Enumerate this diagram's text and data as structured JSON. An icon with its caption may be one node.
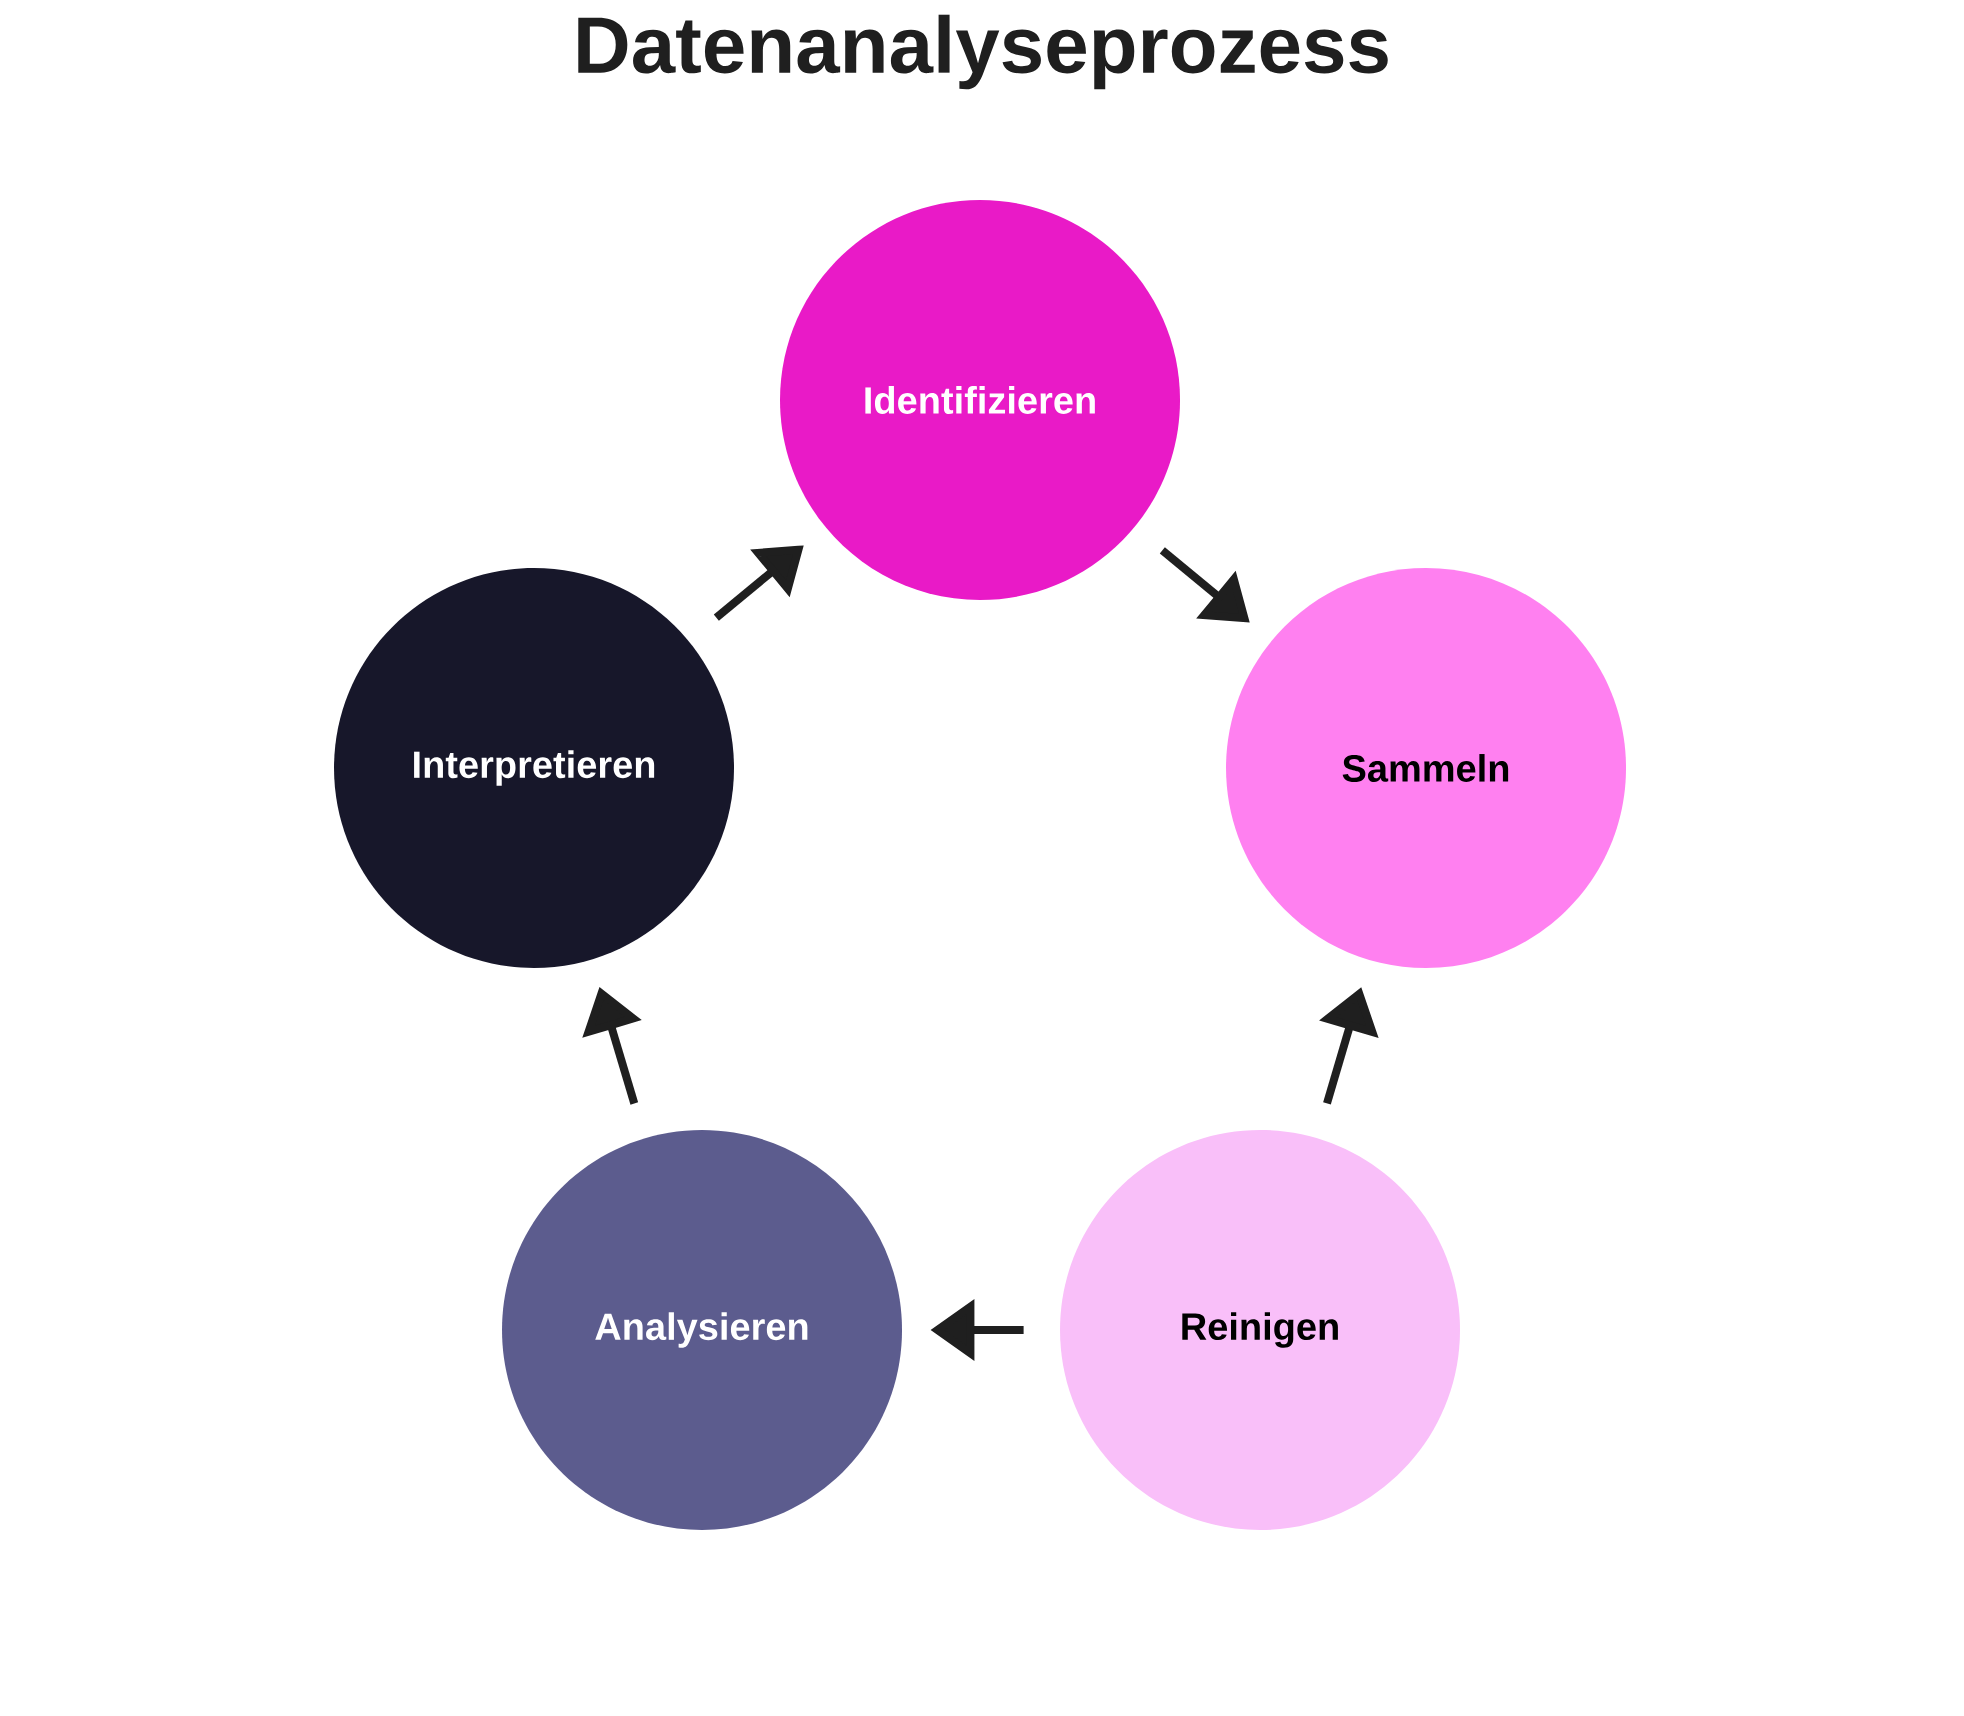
{
  "diagram": {
    "title": "Datenanalyseprozess",
    "nodes": [
      {
        "text": [
          "Identifizieren"
        ]
      },
      {
        "text": [
          "Sammeln"
        ]
      },
      {
        "text": [
          "Reinigen"
        ]
      },
      {
        "text": [
          "Analysieren"
        ]
      },
      {
        "text": [
          "Interpretieren"
        ]
      }
    ],
    "edges": [
      {
        "from": 0,
        "to": 1,
        "arrow": "to"
      },
      {
        "from": 2,
        "to": 1,
        "arrow": "to"
      },
      {
        "from": 2,
        "to": 3,
        "arrow": "to"
      },
      {
        "from": 3,
        "to": 4,
        "arrow": "to"
      },
      {
        "from": 4,
        "to": 0,
        "arrow": "to"
      }
    ]
  }
}
